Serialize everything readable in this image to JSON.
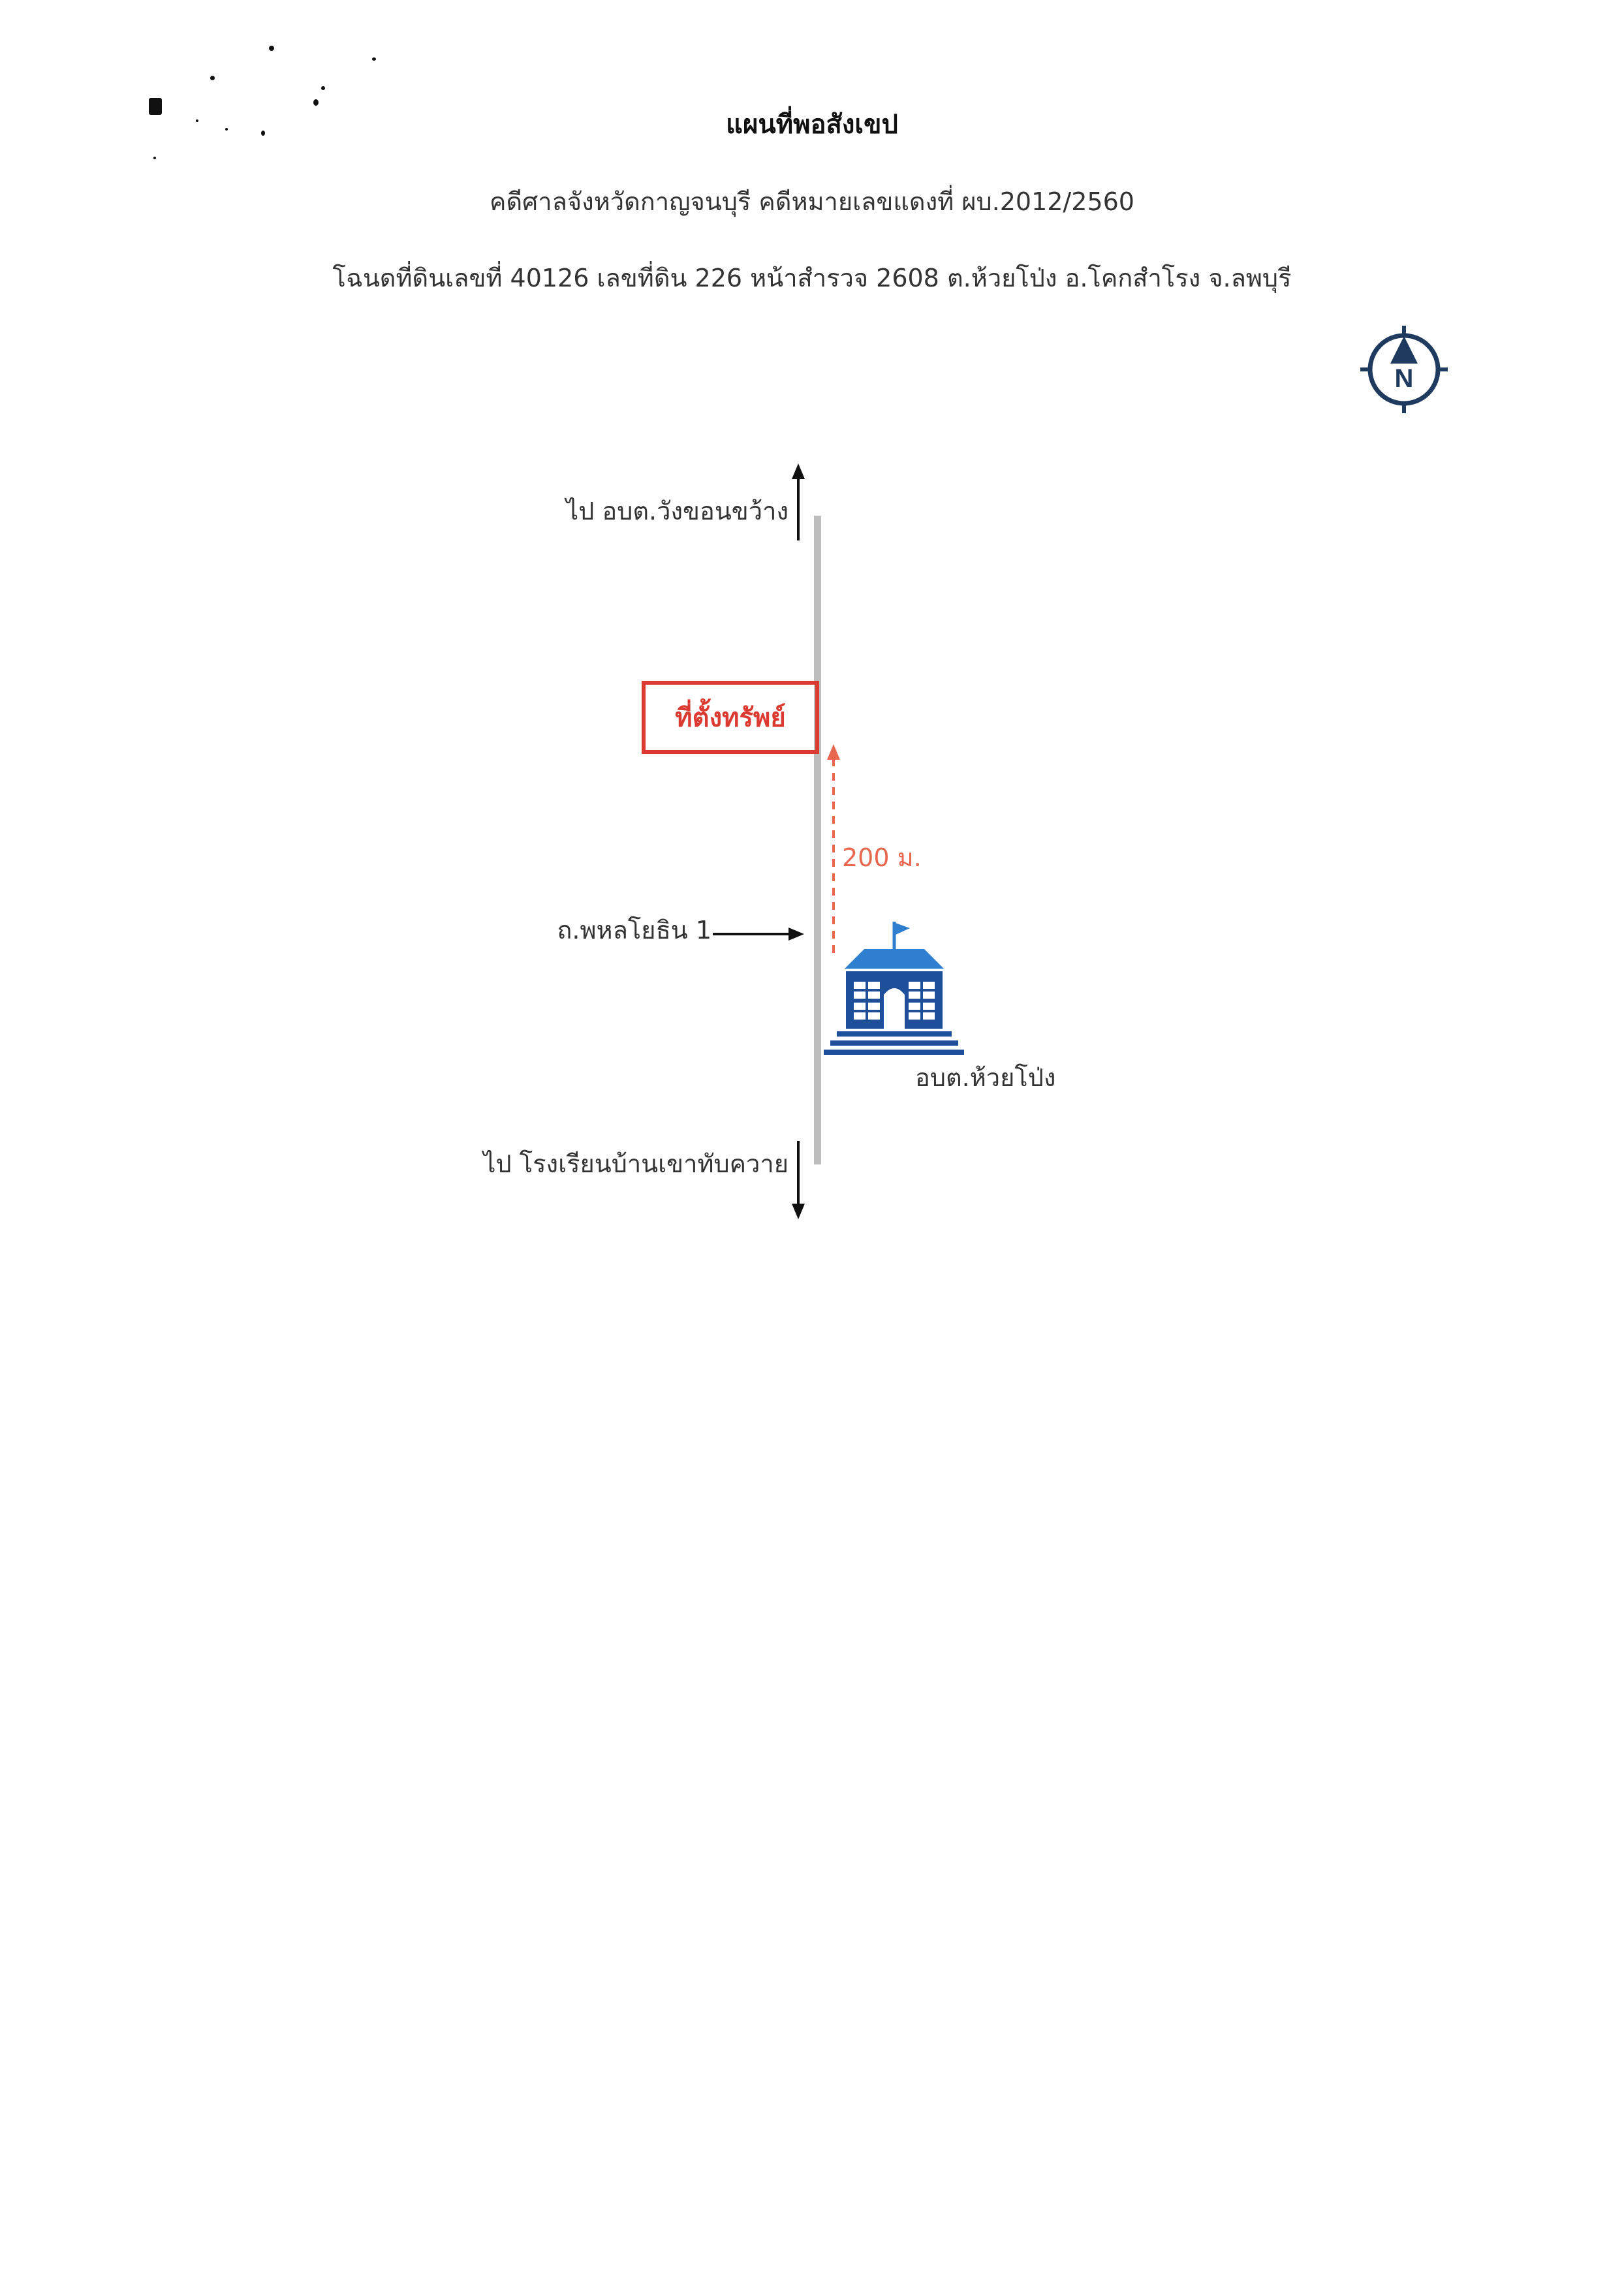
{
  "header": {
    "title": "แผนที่พอสังเขป",
    "case_line": "คดีศาลจังหวัดกาญจนบุรี คดีหมายเลขแดงที่ ผบ.2012/2560",
    "deed_line": "โฉนดที่ดินเลขที่ 40126 เลขที่ดิน 226 หน้าสำรวจ 2608 ต.ห้วยโป่ง อ.โคกสำโรง จ.ลพบุรี"
  },
  "compass": {
    "letter": "N",
    "icon": "north-compass-icon"
  },
  "map": {
    "north_destination": "ไป อบต.วังขอนขว้าง",
    "south_destination": "ไป โรงเรียนบ้านเขาทับควาย",
    "road_name": "ถ.พหลโยธิน 1",
    "property_marker": "ที่ตั้งทรัพย์",
    "distance": "200 ม.",
    "landmark_label": "อบต.ห้วยโป่ง",
    "landmark_icon": "government-building-icon"
  },
  "colors": {
    "road": "#bdbdbd",
    "marker_red": "#dc3a30",
    "distance_orange": "#e8674f",
    "building_blue": "#2f7fd0",
    "building_dark": "#1d4f9a"
  }
}
